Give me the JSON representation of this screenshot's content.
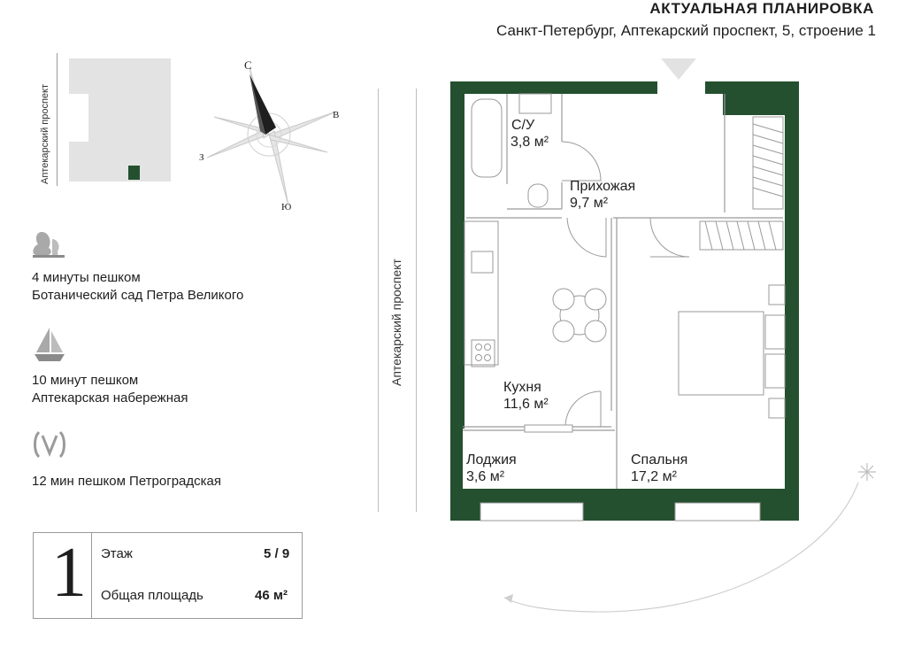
{
  "header": {
    "title": "АКТУАЛЬНАЯ ПЛАНИРОВКА",
    "address": "Санкт-Петербург, Аптекарский проспект, 5, строение 1"
  },
  "streets": {
    "left_map_label": "Аптекарский проспект",
    "plan_label": "Аптекарский проспект"
  },
  "compass": {
    "north": "С",
    "east": "В",
    "south": "Ю",
    "west": "З"
  },
  "features": [
    {
      "icon": "tree-icon",
      "text_line1": "4 минуты пешком",
      "text_line2": "Ботанический сад Петра Великого"
    },
    {
      "icon": "sailboat-icon",
      "text_line1": "10 минут пешком",
      "text_line2": "Аптекарская набережная"
    },
    {
      "icon": "metro-icon",
      "text_line1": "12 мин пешком Петроградская",
      "text_line2": ""
    }
  ],
  "rooms": [
    {
      "name": "С/У",
      "area": "3,8 м²"
    },
    {
      "name": "Прихожая",
      "area": "9,7 м²"
    },
    {
      "name": "Кухня",
      "area": "11,6 м²"
    },
    {
      "name": "Лоджия",
      "area": "3,6 м²"
    },
    {
      "name": "Спальня",
      "area": "17,2 м²"
    }
  ],
  "info": {
    "floor_number": "1",
    "floor_label": "Этаж",
    "floor_value": "5 / 9",
    "area_label": "Общая площадь",
    "area_value": "46 м²"
  },
  "colors": {
    "wall": "#24502f",
    "text": "#1e1e1e",
    "light_gray": "#e3e3e3",
    "line": "#9a9a9a"
  }
}
